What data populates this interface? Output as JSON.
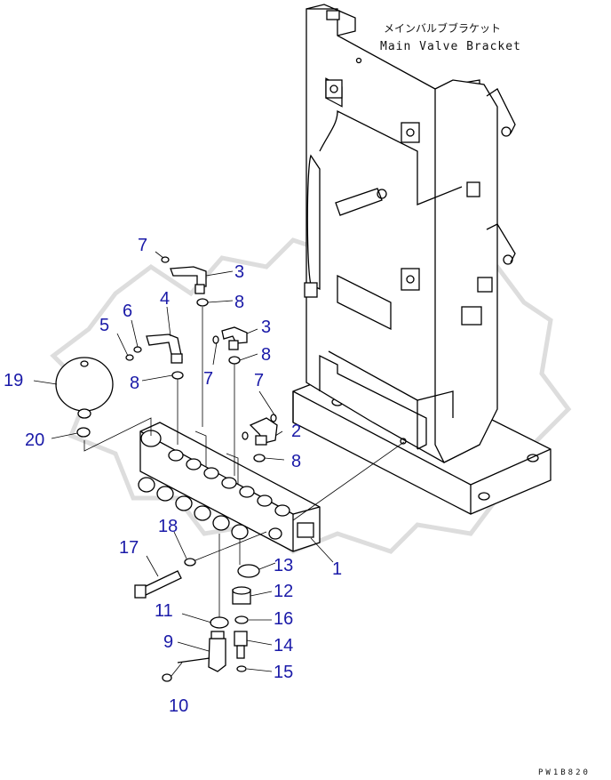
{
  "title": {
    "japanese": "メインバルブブラケット",
    "english": "Main Valve Bracket"
  },
  "drawing_code": "PW1B820",
  "callouts": [
    {
      "id": "c1",
      "label": "1"
    },
    {
      "id": "c2",
      "label": "2"
    },
    {
      "id": "c3a",
      "label": "3"
    },
    {
      "id": "c3b",
      "label": "3"
    },
    {
      "id": "c4",
      "label": "4"
    },
    {
      "id": "c5",
      "label": "5"
    },
    {
      "id": "c6",
      "label": "6"
    },
    {
      "id": "c7a",
      "label": "7"
    },
    {
      "id": "c7b",
      "label": "7"
    },
    {
      "id": "c7c",
      "label": "7"
    },
    {
      "id": "c8a",
      "label": "8"
    },
    {
      "id": "c8b",
      "label": "8"
    },
    {
      "id": "c8c",
      "label": "8"
    },
    {
      "id": "c8d",
      "label": "8"
    },
    {
      "id": "c9",
      "label": "9"
    },
    {
      "id": "c10",
      "label": "10"
    },
    {
      "id": "c11",
      "label": "11"
    },
    {
      "id": "c12",
      "label": "12"
    },
    {
      "id": "c13",
      "label": "13"
    },
    {
      "id": "c14",
      "label": "14"
    },
    {
      "id": "c15",
      "label": "15"
    },
    {
      "id": "c16",
      "label": "16"
    },
    {
      "id": "c17",
      "label": "17"
    },
    {
      "id": "c18",
      "label": "18"
    },
    {
      "id": "c19",
      "label": "19"
    },
    {
      "id": "c20",
      "label": "20"
    }
  ],
  "colors": {
    "callout": "#1a1aa8",
    "line": "#000000",
    "watermark": "#d9d9d9"
  }
}
